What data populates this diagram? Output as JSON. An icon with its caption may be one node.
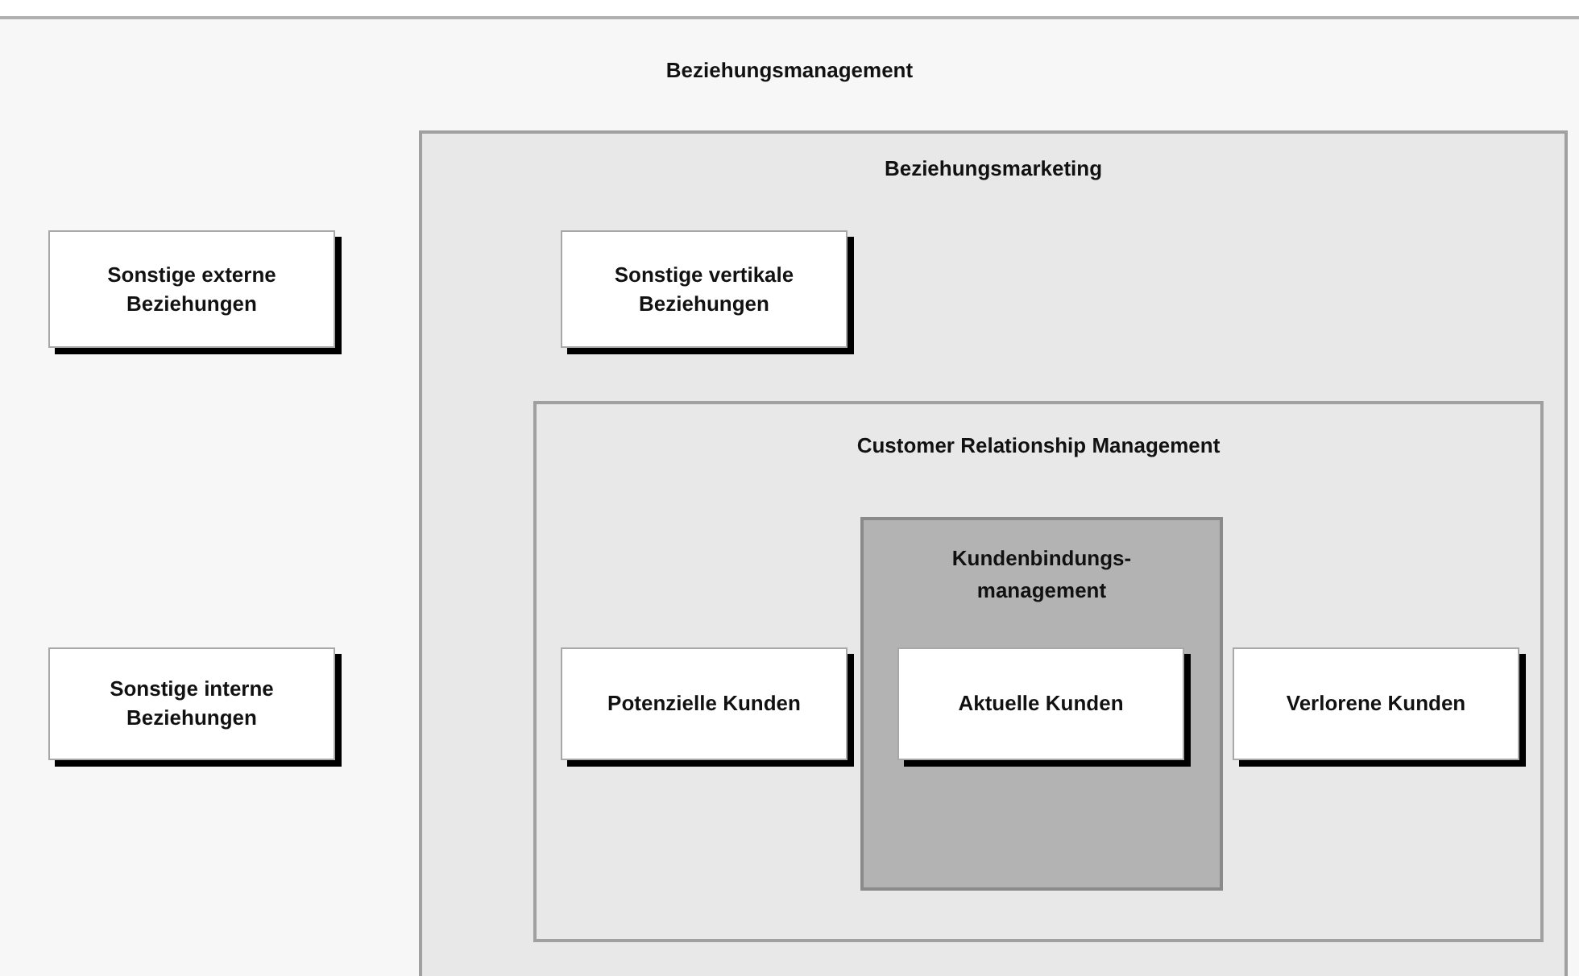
{
  "diagram": {
    "nodes": [
      {
        "text": [
          "Beziehungsmanagement"
        ]
      },
      {
        "text": [
          "Sonstige externe Beziehungen"
        ],
        "in": 0
      },
      {
        "text": [
          "Beziehungsmarketing"
        ],
        "in": 0
      },
      {
        "text": [
          "Sonstige vertikale Beziehungen"
        ],
        "in": 2
      },
      {
        "text": [
          "Customer Relationship Management"
        ],
        "in": 2
      },
      {
        "text": [
          "Potenzielle Kunden"
        ],
        "in": 4
      },
      {
        "text": [
          "Kundenbindungs- management"
        ],
        "in": 4
      },
      {
        "text": [
          "Aktuelle Kunden"
        ],
        "in": 6
      },
      {
        "text": [
          "Verlorene Kunden"
        ],
        "in": 4
      },
      {
        "text": [
          "Sonstige interne Beziehungen"
        ],
        "in": 0
      }
    ]
  }
}
